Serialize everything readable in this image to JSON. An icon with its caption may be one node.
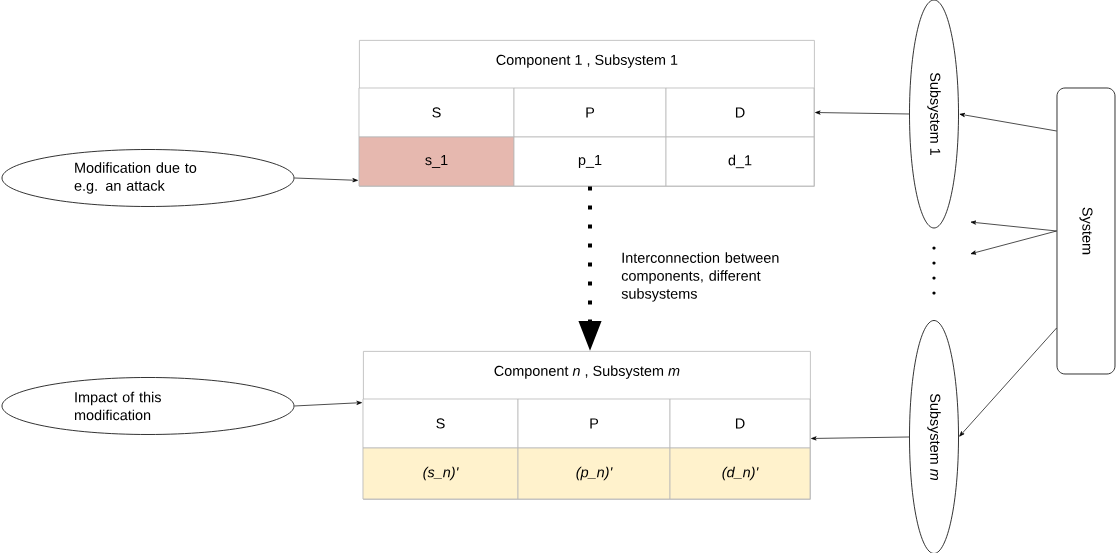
{
  "diagram": {
    "nodes": [
      {
        "text": [
          "Component 1 , Subsystem 1"
        ]
      },
      {
        "text": [
          "S"
        ],
        "in": 0
      },
      {
        "text": [
          "P"
        ],
        "in": 0
      },
      {
        "text": [
          "D"
        ],
        "in": 0
      },
      {
        "text": [
          "s_1"
        ],
        "in": 0
      },
      {
        "text": [
          "p_1"
        ],
        "in": 0
      },
      {
        "text": [
          "d_1"
        ],
        "in": 0
      },
      {
        "text": [
          "Component *n* , Subsystem *m*"
        ]
      },
      {
        "text": [
          "S"
        ],
        "in": 7
      },
      {
        "text": [
          "P"
        ],
        "in": 7
      },
      {
        "text": [
          "D"
        ],
        "in": 7
      },
      {
        "text": [
          "(s_n)'"
        ],
        "in": 7
      },
      {
        "text": [
          "(p_n)'"
        ],
        "in": 7
      },
      {
        "text": [
          "(d_n)'"
        ],
        "in": 7
      },
      {
        "text": [
          "Modification due to e.g. an attack"
        ]
      },
      {
        "text": [
          "Impact of this modification"
        ]
      },
      {
        "text": [
          "Subsystem 1"
        ]
      },
      {
        "text": [
          "Subsystem *m*"
        ]
      },
      {
        "text": [
          "System"
        ]
      }
    ],
    "edges": [
      {
        "from": 14,
        "to": 4,
        "arrow": "to"
      },
      {
        "from": 15,
        "to": 8,
        "arrow": "to"
      },
      {
        "from": 16,
        "to": 3,
        "arrow": "to"
      },
      {
        "from": 17,
        "to": 10,
        "arrow": "to"
      },
      {
        "from": 18,
        "to": 16,
        "arrow": "to"
      },
      {
        "from": 18,
        "to": 17,
        "arrow": "to"
      },
      {
        "from": 18,
        "to": null,
        "arrow": "to"
      },
      {
        "from": 18,
        "to": null,
        "arrow": "to"
      },
      {
        "from": 5,
        "to": 7,
        "arrow": "to",
        "style": "dashed",
        "label": "Interconnection between components, different subsystems"
      }
    ]
  }
}
